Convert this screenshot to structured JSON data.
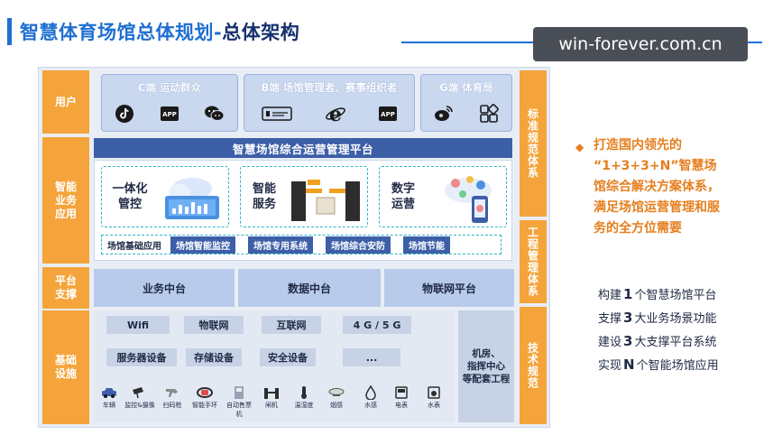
{
  "header": {
    "title_main": "智慧体育场馆总体规划-",
    "title_highlight": "总体架构",
    "watermark": "win-forever.com.cn"
  },
  "layers": {
    "users": "用户",
    "apps": "智能\n业务\n应用",
    "platform": "平台\n支撑",
    "base": "基础\n设施"
  },
  "right_columns": {
    "standard": "标准规范体系",
    "engineering": "工程管理体系",
    "tech": "技术规范"
  },
  "users": [
    {
      "title": "C端  运动群众",
      "icons": [
        "tiktok-icon",
        "app-icon",
        "wechat-icon"
      ]
    },
    {
      "title": "B端  场馆管理者、赛事组织者",
      "icons": [
        "screen-icon",
        "ie-icon",
        "app-icon"
      ]
    },
    {
      "title": "G端  体育局",
      "icons": [
        "weibo-icon",
        "grid-icon"
      ]
    }
  ],
  "app_badge_1": "APP",
  "app_badge_2": "APP",
  "banner": "智慧场馆综合运营管理平台",
  "app_cards": [
    {
      "label": "一体化\n管控"
    },
    {
      "label": "智能\n服务"
    },
    {
      "label": "数字\n运营"
    }
  ],
  "basic_apps": {
    "label": "场馆基础应用",
    "chips": [
      "场馆智能监控",
      "场馆专用系统",
      "场馆综合安防",
      "场馆节能"
    ]
  },
  "platform": [
    "业务中台",
    "数据中台",
    "物联网平台"
  ],
  "infra_row1": [
    "Wifi",
    "物联网",
    "互联网",
    "4 G / 5 G"
  ],
  "infra_row2": [
    "服务器设备",
    "存储设备",
    "安全设备",
    "..."
  ],
  "devices": [
    "车辆",
    "监控&摄像",
    "扫码枪",
    "智能手环",
    "自动售票机",
    "闸机",
    "温湿度",
    "烟感",
    "水感",
    "电表",
    "水表"
  ],
  "machine_room": "机房、\n指挥中心\n等配套工程",
  "right_text": {
    "headline": "打造国内领先的\n“1+3+3+N”智慧场\n馆综合解决方案体系，\n满足场馆运营管理和服\n务的全方位需要",
    "lines": [
      {
        "pre": "构建",
        "num": "1",
        "post": "个智慧场馆平台"
      },
      {
        "pre": "支撑",
        "num": "3",
        "post": "大业务场景功能"
      },
      {
        "pre": "建设",
        "num": "3",
        "post": "大支撑平台系统"
      },
      {
        "pre": "实现",
        "num": "N",
        "post": "个智能场馆应用"
      }
    ]
  },
  "colors": {
    "primary": "#1f6fd1",
    "navy": "#3d5fa8",
    "orange": "#f4a43a",
    "accent_text": "#e57f1e"
  }
}
